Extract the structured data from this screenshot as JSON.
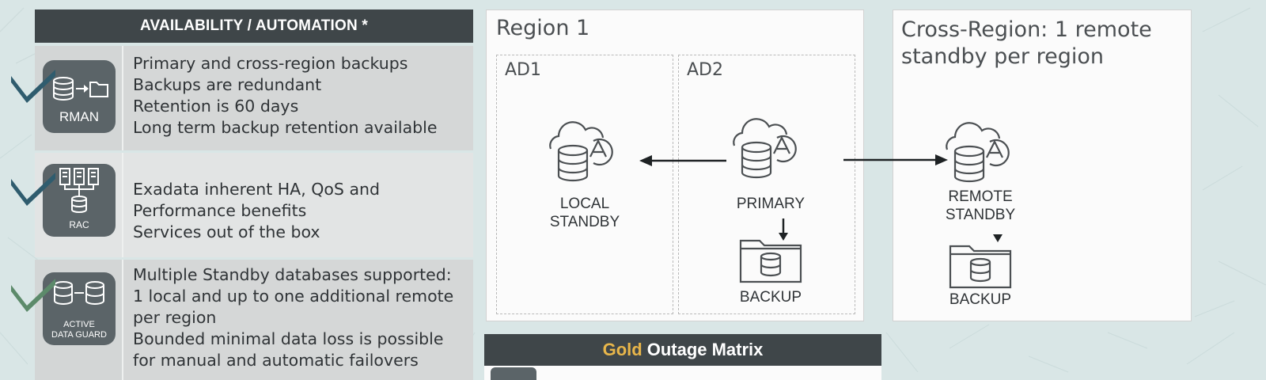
{
  "availability": {
    "header": "AVAILABILITY / AUTOMATION *",
    "rows": [
      {
        "icon_label": "RMAN",
        "icon": "database-to-folder-icon",
        "lines": [
          "Primary and cross-region backups",
          "Backups are redundant",
          "Retention is 60 days",
          "Long term backup retention available"
        ]
      },
      {
        "icon_label": "RAC",
        "icon": "server-cluster-icon",
        "lines": [
          "Exadata inherent HA, QoS and",
          "Performance benefits",
          "Services out of the box"
        ]
      },
      {
        "icon_label_1": "ACTIVE",
        "icon_label_2": "DATA GUARD",
        "icon": "database-pair-icon",
        "lines": [
          "Multiple Standby databases supported:",
          "1 local and up to one additional remote",
          "per region",
          "Bounded minimal data loss is possible",
          "for manual and automatic failovers"
        ]
      }
    ]
  },
  "region1": {
    "title": "Region 1",
    "ad1": {
      "label": "AD1",
      "db_label_1": "LOCAL",
      "db_label_2": "STANDBY"
    },
    "ad2": {
      "label": "AD2",
      "db_label": "PRIMARY",
      "backup_label": "BACKUP"
    }
  },
  "cross_region": {
    "title_1": "Cross-Region: 1 remote",
    "title_2": "standby per region",
    "db_label_1": "REMOTE",
    "db_label_2": "STANDBY",
    "backup_label": "BACKUP"
  },
  "matrix": {
    "word_gold": "Gold",
    "rest": "Outage Matrix"
  },
  "colors": {
    "header_bg": "#3f4649",
    "gold": "#e8b64a",
    "check_dark": "#2f5c6e",
    "check_green": "#5c8a6a"
  }
}
